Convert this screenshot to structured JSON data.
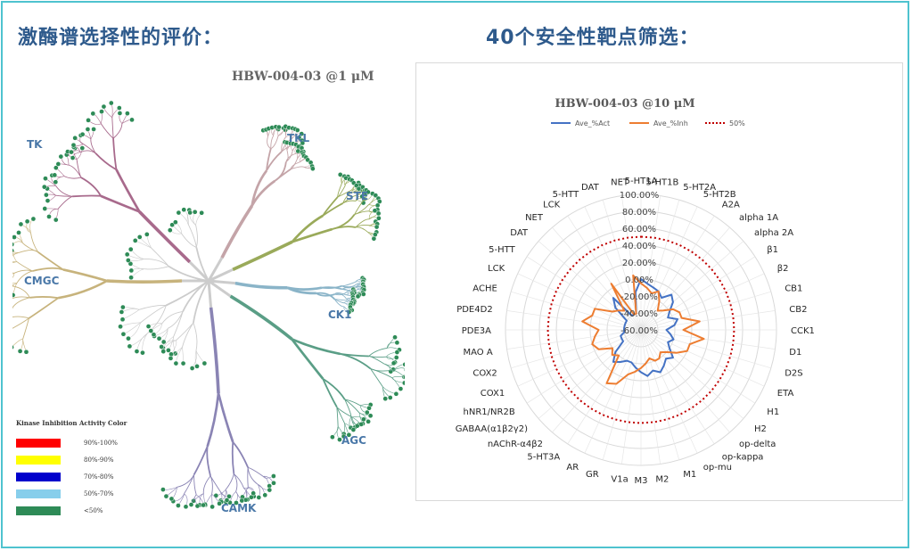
{
  "headings": {
    "left": "激酶谱选择性的评价：",
    "right": "40个安全性靶点筛选："
  },
  "kinome": {
    "title": "HBW-004-03 @1 μM",
    "groups": [
      "TK",
      "TKL",
      "STE",
      "CMGC",
      "CK1",
      "AGC",
      "CAMK"
    ],
    "legend_title": "Kinase Inhibition Activity Color",
    "legend": [
      {
        "label": "90%-100%",
        "color": "#ff0000"
      },
      {
        "label": "80%-90%",
        "color": "#ffff00"
      },
      {
        "label": "70%-80%",
        "color": "#0000cc"
      },
      {
        "label": "50%-70%",
        "color": "#87ceeb"
      },
      {
        "label": "<50%",
        "color": "#2e8b57"
      }
    ],
    "colors": {
      "TK": "#a86a8c",
      "TKL": "#c4a4a8",
      "STE": "#9aaa5a",
      "CMGC": "#c7b37c",
      "CK1": "#8ab4c8",
      "AGC": "#5a9e86",
      "CAMK": "#8a84b4",
      "core": "#cccccc",
      "dot": "#2e8b57"
    }
  },
  "chart_data": {
    "type": "radar",
    "title": "HBW-004-03 @10 μM",
    "legend": [
      "Ave_%Act",
      "Ave_%Inh",
      "50%"
    ],
    "colors": {
      "act": "#4472c4",
      "inh": "#ed7d31",
      "ref": "#c00000"
    },
    "range": [
      -60,
      100
    ],
    "ticks": [
      "100.00%",
      "80.00%",
      "60.00%",
      "40.00%",
      "20.00%",
      "0.00%",
      "-20.00%",
      "-40.00%",
      "-60.00%"
    ],
    "categories": [
      "5-HT1A",
      "5-HT1B",
      "5-HT2A",
      "5-HT2B",
      "A2A",
      "alpha 1A",
      "alpha 2A",
      "β1",
      "β2",
      "CB1",
      "CB2",
      "CCK1",
      "D1",
      "D2S",
      "ETA",
      "H1",
      "H2",
      "op-delta",
      "op-kappa",
      "op-mu",
      "M1",
      "M2",
      "M3",
      "V1a",
      "GR",
      "AR",
      "5-HT3A",
      "nAChR-α4β2",
      "GABAA(α1β2γ2)",
      "hNR1/NR2B",
      "COX1",
      "COX2",
      "MAO A",
      "PDE3A",
      "PDE4D2",
      "ACHE",
      "LCK",
      "5-HTT",
      "DAT",
      "NET",
      "LCK",
      "5-HTT",
      "DAT",
      "NET"
    ],
    "series": [
      {
        "name": "Ave_%Act",
        "values": [
          0,
          -5,
          -8,
          -10,
          -15,
          -5,
          -10,
          -20,
          -25,
          -15,
          -20,
          -30,
          -25,
          -20,
          -25,
          -20,
          -10,
          -15,
          -10,
          -5,
          -10,
          -5,
          -10,
          -15,
          -20,
          -20,
          -15,
          -10,
          -20,
          -35,
          -35,
          -35,
          -40,
          -40,
          -40,
          -40,
          -40,
          -40,
          -20,
          -10,
          -40,
          -40,
          -40,
          -15
        ]
      },
      {
        "name": "Ave_%Inh",
        "values": [
          -5,
          -10,
          -15,
          -10,
          -20,
          -30,
          -25,
          -15,
          -10,
          -10,
          10,
          -10,
          15,
          0,
          0,
          -10,
          -20,
          -25,
          -20,
          -20,
          -25,
          -20,
          -15,
          -10,
          -5,
          10,
          15,
          -20,
          -15,
          -20,
          -5,
          0,
          -5,
          -10,
          10,
          0,
          0,
          -20,
          -25,
          -30,
          5,
          -40,
          -40,
          5
        ]
      },
      {
        "name": "50%",
        "values": [
          50,
          50,
          50,
          50,
          50,
          50,
          50,
          50,
          50,
          50,
          50,
          50,
          50,
          50,
          50,
          50,
          50,
          50,
          50,
          50,
          50,
          50,
          50,
          50,
          50,
          50,
          50,
          50,
          50,
          50,
          50,
          50,
          50,
          50,
          50,
          50,
          50,
          50,
          50,
          50,
          50,
          50,
          50,
          50
        ]
      }
    ]
  }
}
